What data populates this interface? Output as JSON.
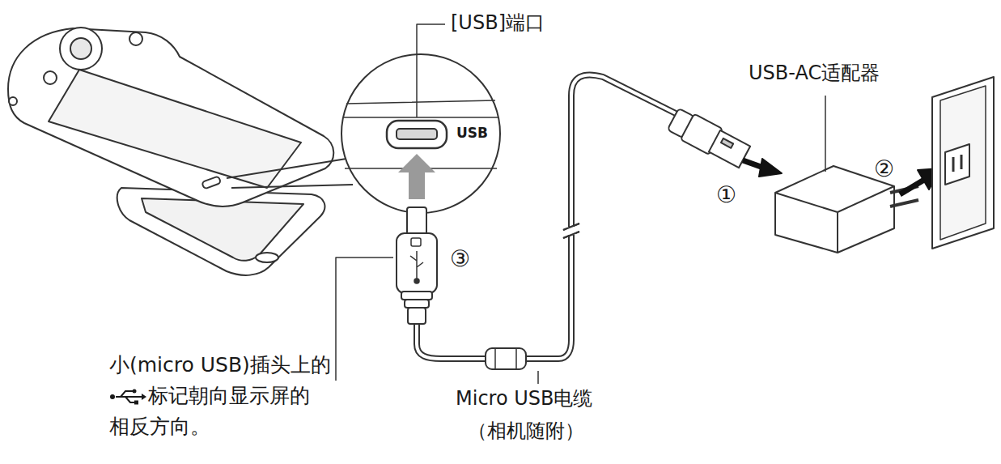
{
  "diagram": {
    "labels": [
      "[USB]端口",
      "USB-AC适配器",
      "②",
      "①",
      "USB",
      "③",
      "小(micro USB)插头上的",
      "标记朝向显示屏的相反方向。",
      "Micro USB电缆",
      "（相机随附）"
    ]
  }
}
